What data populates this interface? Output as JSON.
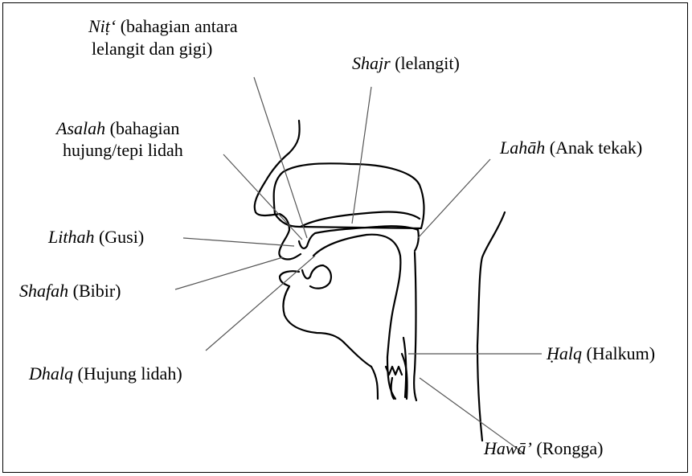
{
  "labels": {
    "nit": {
      "term": "Niṭ‘",
      "desc_1": " (bahagian antara",
      "desc_2": "lelangit dan gigi)"
    },
    "shajr": {
      "term": "Shajr",
      "desc": " (lelangit)"
    },
    "asalah": {
      "term": "Asalah",
      "desc_1": " (bahagian",
      "desc_2": "hujung/tepi lidah"
    },
    "lahah": {
      "term": "Lahāh",
      "desc": " (Anak tekak)"
    },
    "lithah": {
      "term": "Lithah",
      "desc": " (Gusi)"
    },
    "shafah": {
      "term": "Shafah",
      "desc": " (Bibir)"
    },
    "halq": {
      "term": "Ḥalq",
      "desc": " (Halkum)"
    },
    "dhalq": {
      "term": "Dhalq",
      "desc": " (Hujung lidah)"
    },
    "hawa": {
      "term": "Hawā’",
      "desc": " (Rongga)"
    }
  },
  "colors": {
    "ink": "#000000",
    "leader": "#555555",
    "background": "#ffffff"
  }
}
